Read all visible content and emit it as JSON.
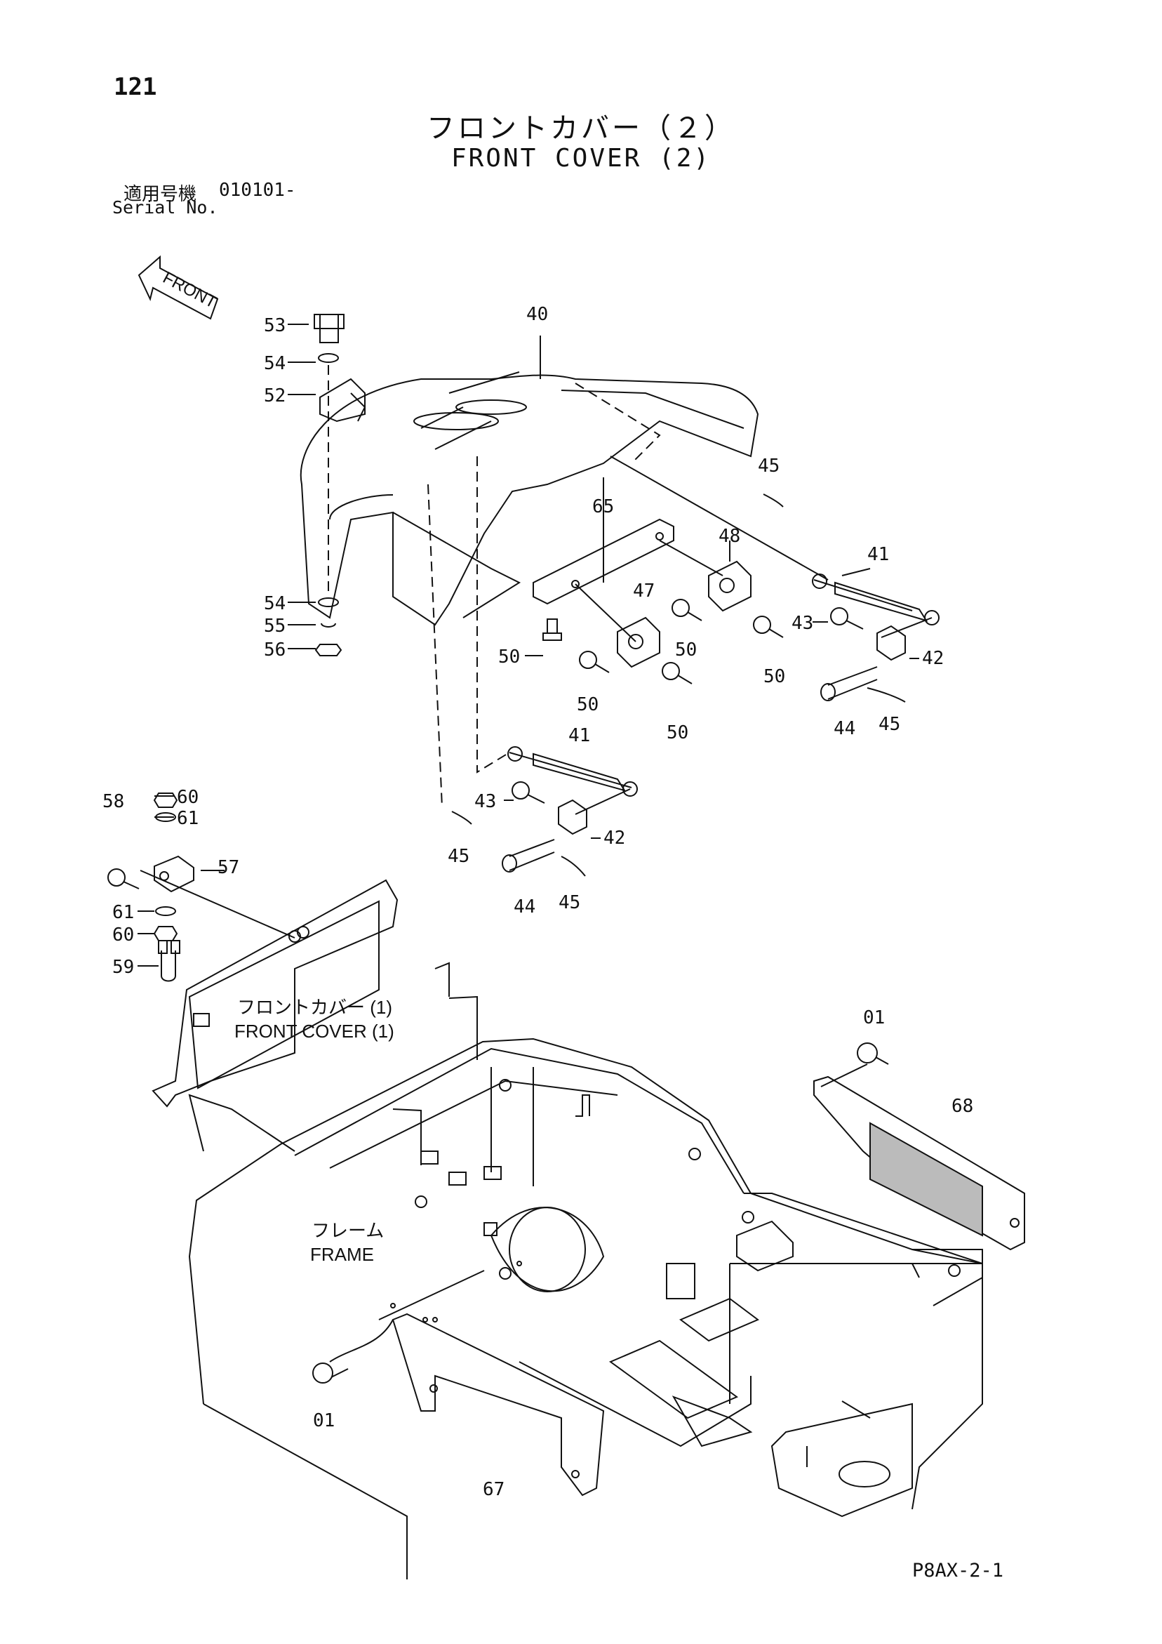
{
  "header": {
    "page_number": "121",
    "title_jp": "フロントカバー（２）",
    "title_en": "FRONT COVER (2)",
    "serial_label_jp": "適用号機",
    "serial_value": "010101-",
    "serial_label_en": "Serial No."
  },
  "footer": {
    "doc_code": "P8AX-2-1"
  },
  "direction_arrow": {
    "label": "FRONT"
  },
  "area_labels": {
    "front_cover1_jp": "フロントカバー (1)",
    "front_cover1_en": "FRONT COVER (1)",
    "frame_jp": "フレーム",
    "frame_en": "FRAME"
  },
  "callouts": {
    "c53": "53",
    "c54a": "54",
    "c52": "52",
    "c40": "40",
    "c45a": "45",
    "c65": "65",
    "c48": "48",
    "c41a": "41",
    "c47": "47",
    "c54b": "54",
    "c55": "55",
    "c56": "56",
    "c50a": "50",
    "c50b": "50",
    "c50c": "50",
    "c50d": "50",
    "c50e": "50",
    "c43a": "43",
    "c42a": "42",
    "c44a": "44",
    "c45b": "45",
    "c41b": "41",
    "c43b": "43",
    "c42b": "42",
    "c45c": "45",
    "c44b": "44",
    "c45d": "45",
    "c58": "58",
    "c60a": "60",
    "c61a": "61",
    "c57": "57",
    "c61b": "61",
    "c60b": "60",
    "c59": "59",
    "c01a": "01",
    "c68": "68",
    "c01b": "01",
    "c67": "67"
  }
}
